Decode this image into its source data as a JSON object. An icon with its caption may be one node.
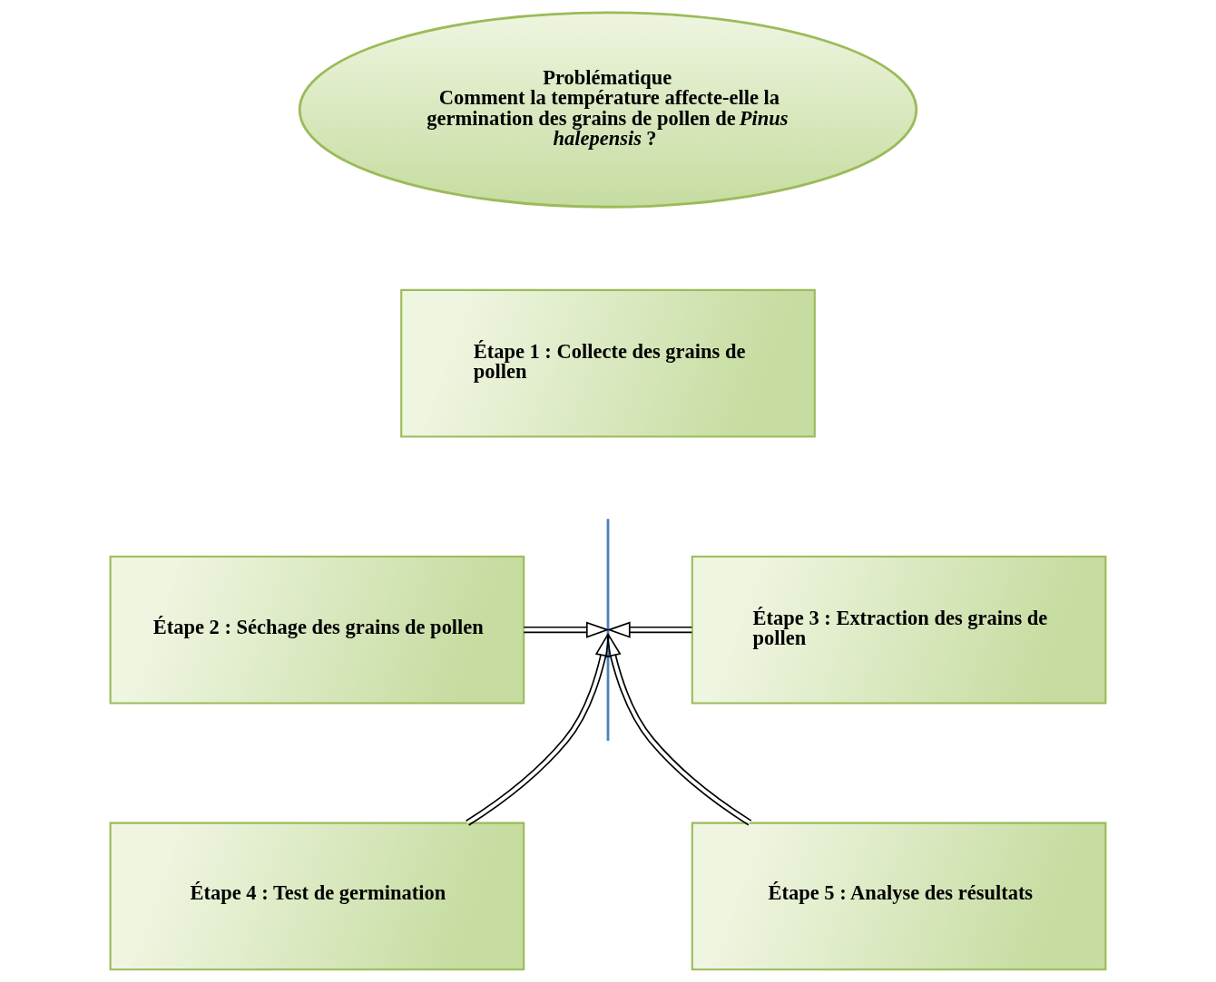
{
  "diagram": {
    "nodes": [
      {
        "text": [
          "Problématique",
          "Comment la température affecte-elle la germination des grains de pollen de *Pinus halepensis* ?"
        ]
      },
      {
        "text": [
          "Étape 1 : Collecte des grains de pollen"
        ]
      },
      {
        "text": [
          "Étape 2 : Séchage des grains de pollen"
        ]
      },
      {
        "text": [
          "Étape 3 : Extraction des grains de pollen"
        ]
      },
      {
        "text": [
          "Étape 4 : Test de germination"
        ]
      },
      {
        "text": [
          "Étape 5 : Analyse des résultats"
        ]
      },
      {
        "text": [],
        "shape": "line"
      }
    ],
    "edges": [
      {
        "from": 2,
        "to": 6,
        "arrow": "to"
      },
      {
        "from": 3,
        "to": 6,
        "arrow": "to"
      },
      {
        "from": 4,
        "to": 6,
        "arrow": "to"
      },
      {
        "from": 5,
        "to": 6,
        "arrow": "to"
      }
    ]
  }
}
